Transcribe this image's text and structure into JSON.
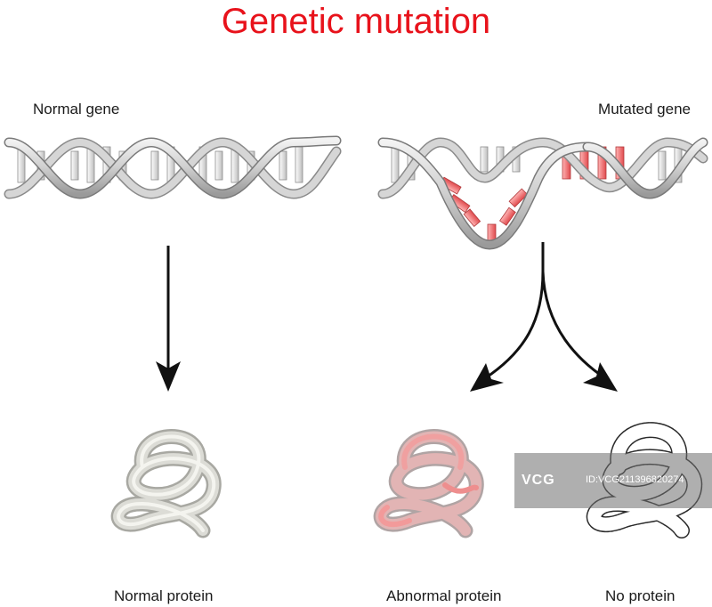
{
  "title": "Genetic mutation",
  "labels": {
    "normal_gene": "Normal gene",
    "mutated_gene": "Mutated gene",
    "normal_protein": "Normal protein",
    "abnormal_protein": "Abnormal protein",
    "no_protein": "No protein"
  },
  "watermark": {
    "logo": "VCG",
    "id": "ID:VCG211396820274"
  },
  "colors": {
    "title": "#e8121b",
    "mutation": "#e8686a",
    "strand": "#c9c9c9",
    "arrow": "#111111"
  }
}
